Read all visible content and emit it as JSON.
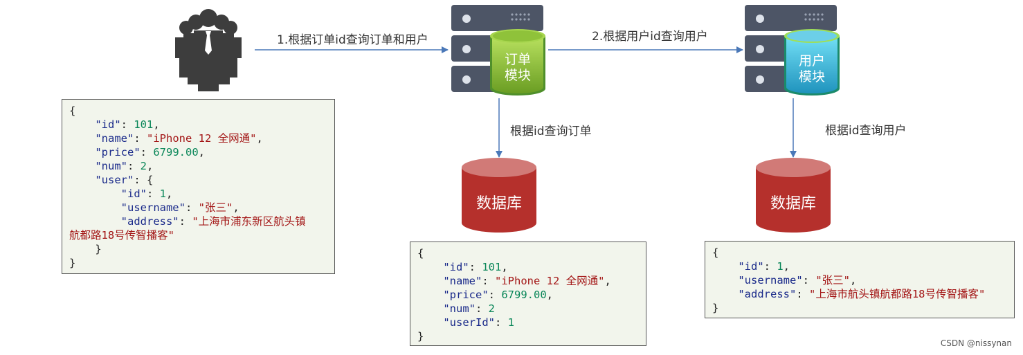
{
  "arrows": {
    "client_to_order": "1.根据订单id查询订单和用户",
    "order_to_user": "2.根据用户id查询用户",
    "order_to_db": "根据id查询订单",
    "user_to_db": "根据id查询用户"
  },
  "modules": {
    "order": {
      "line1": "订单",
      "line2": "模块"
    },
    "user": {
      "line1": "用户",
      "line2": "模块"
    }
  },
  "databases": {
    "order_db": "数据库",
    "user_db": "数据库"
  },
  "code": {
    "client": {
      "l0": "{",
      "l1": {
        "k": "\"id\"",
        "p": ": ",
        "v": "101",
        "e": ","
      },
      "l2": {
        "k": "\"name\"",
        "p": ": ",
        "v": "\"iPhone 12 全网通\"",
        "e": ","
      },
      "l3": {
        "k": "\"price\"",
        "p": ": ",
        "v": "6799.00",
        "e": ","
      },
      "l4": {
        "k": "\"num\"",
        "p": ": ",
        "v": "2",
        "e": ","
      },
      "l5": {
        "k": "\"user\"",
        "p": ": {"
      },
      "l6": {
        "k": "\"id\"",
        "p": ": ",
        "v": "1",
        "e": ","
      },
      "l7": {
        "k": "\"username\"",
        "p": ": ",
        "v": "\"张三\"",
        "e": ","
      },
      "l8": {
        "k": "\"address\"",
        "p": ": ",
        "v": "\"上海市浦东新区航头镇"
      },
      "l9": {
        "v": "航都路18号传智播客\""
      },
      "l10": "}",
      "l11": "}"
    },
    "order": {
      "l0": "{",
      "l1": {
        "k": "\"id\"",
        "p": ": ",
        "v": "101",
        "e": ","
      },
      "l2": {
        "k": "\"name\"",
        "p": ": ",
        "v": "\"iPhone 12 全网通\"",
        "e": ","
      },
      "l3": {
        "k": "\"price\"",
        "p": ": ",
        "v": "6799.00",
        "e": ","
      },
      "l4": {
        "k": "\"num\"",
        "p": ": ",
        "v": "2"
      },
      "l5": {
        "k": "\"userId\"",
        "p": ": ",
        "v": "1"
      },
      "l6": "}"
    },
    "user": {
      "l0": "{",
      "l1": {
        "k": "\"id\"",
        "p": ": ",
        "v": "1",
        "e": ","
      },
      "l2": {
        "k": "\"username\"",
        "p": ": ",
        "v": "\"张三\"",
        "e": ","
      },
      "l3": {
        "k": "\"address\"",
        "p": ": ",
        "v": "\"上海市航头镇航都路18号传智播客\""
      },
      "l4": "}"
    }
  },
  "footer": "CSDN @nissynan",
  "icons": {
    "client": "people-group-icon",
    "server": "server-rack-icon",
    "database": "database-cylinder-icon"
  },
  "colors": {
    "server": "#4d5566",
    "order_module": "#8fc23a",
    "user_module": "#2fb7d8",
    "database": "#b5302c",
    "people": "#3d3d3d",
    "arrow": "#4a78b8"
  }
}
